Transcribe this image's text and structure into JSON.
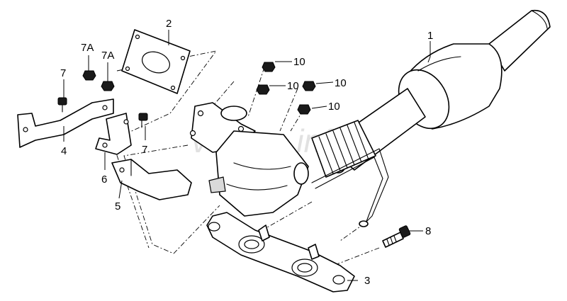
{
  "diagram": {
    "watermark": "vagtec.info",
    "callouts": [
      {
        "id": "1",
        "label": "1"
      },
      {
        "id": "2",
        "label": "2"
      },
      {
        "id": "3",
        "label": "3"
      },
      {
        "id": "4",
        "label": "4"
      },
      {
        "id": "5",
        "label": "5"
      },
      {
        "id": "6",
        "label": "6"
      },
      {
        "id": "7a-left",
        "label": "7A"
      },
      {
        "id": "7a-right",
        "label": "7A"
      },
      {
        "id": "7-left",
        "label": "7"
      },
      {
        "id": "7-right",
        "label": "7"
      },
      {
        "id": "8",
        "label": "8"
      },
      {
        "id": "10-a",
        "label": "10"
      },
      {
        "id": "10-b",
        "label": "10"
      },
      {
        "id": "10-c",
        "label": "10"
      },
      {
        "id": "10-d",
        "label": "10"
      }
    ]
  }
}
